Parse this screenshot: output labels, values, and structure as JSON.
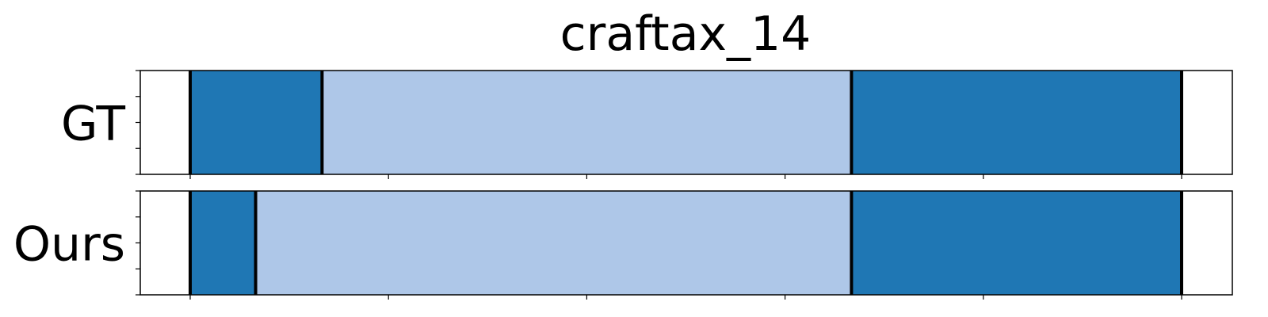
{
  "chart_data": {
    "type": "segmentation-timeline",
    "title": "craftax_14",
    "xlim": [
      0,
      1100
    ],
    "x_ticks": [
      0,
      200,
      400,
      600,
      800,
      1000
    ],
    "colors": {
      "dark": "#1f77b4",
      "light": "#aec7e8",
      "boundary": "#000000"
    },
    "rows": [
      {
        "label": "GT",
        "segments": [
          {
            "start": 0,
            "end": 133,
            "color": "dark"
          },
          {
            "start": 133,
            "end": 667,
            "color": "light"
          },
          {
            "start": 667,
            "end": 1000,
            "color": "dark"
          }
        ]
      },
      {
        "label": "Ours",
        "segments": [
          {
            "start": 0,
            "end": 66,
            "color": "dark"
          },
          {
            "start": 66,
            "end": 667,
            "color": "light"
          },
          {
            "start": 667,
            "end": 1000,
            "color": "dark"
          }
        ]
      }
    ]
  }
}
